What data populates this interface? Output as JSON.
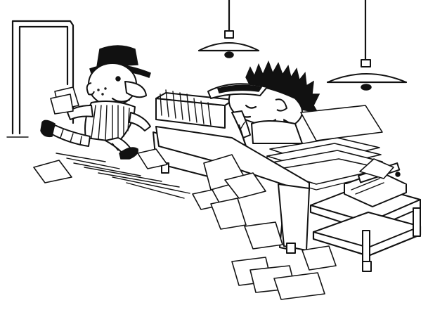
{
  "scene": {
    "background_color": "#ffffff",
    "ink_color": "#111111",
    "elements": [
      "doorway",
      "ceiling-lamp-left",
      "ceiling-lamp-right",
      "running-man-in-hat",
      "cluttered-desk",
      "filing-tray",
      "paper-stack",
      "exhausted-clerk",
      "typewriter-table",
      "typewriter",
      "scattered-papers",
      "speed-lines"
    ]
  }
}
